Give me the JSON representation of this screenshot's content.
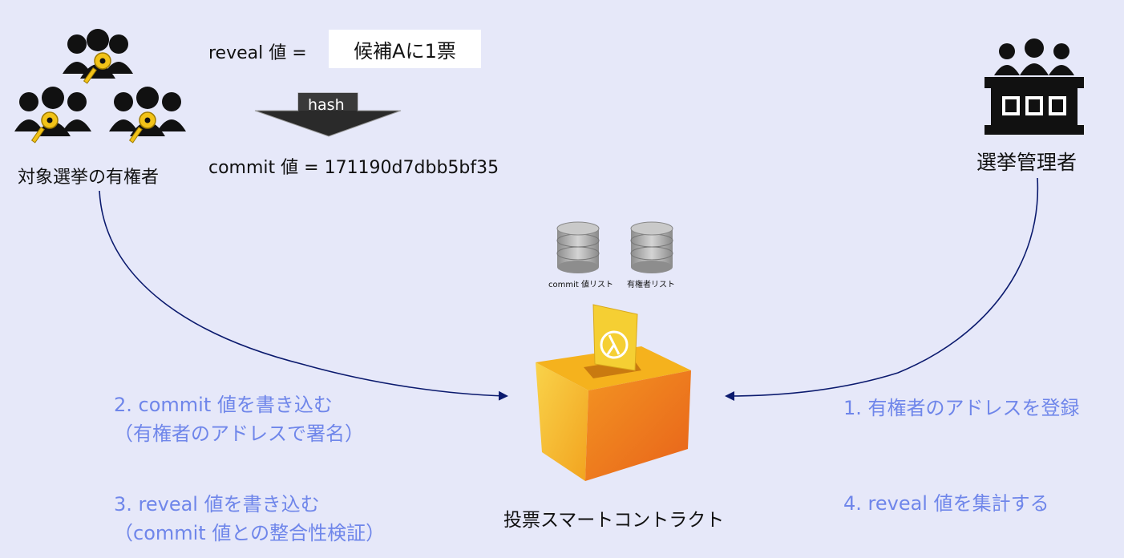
{
  "voters": {
    "label": "対象選挙の有権者"
  },
  "reveal": {
    "prefix": "reveal 値 =",
    "value": "候補Aに1票"
  },
  "hash": {
    "label": "hash"
  },
  "commit": {
    "text": "commit 値 = 171190d7dbb5bf35"
  },
  "admin": {
    "label": "選挙管理者"
  },
  "databases": {
    "commit_list": "commit 値リスト",
    "voter_list": "有権者リスト"
  },
  "contract": {
    "label": "投票スマートコントラクト"
  },
  "steps": {
    "step2_line1": "2. commit 値を書き込む",
    "step2_line2": "（有権者のアドレスで署名）",
    "step3_line1": "3. reveal 値を書き込む",
    "step3_line2": "（commit 値との整合性検証）",
    "step1": "1. 有権者のアドレスを登録",
    "step4": "4. reveal 値を集計する"
  },
  "colors": {
    "background": "#e6e8f9",
    "step_text": "#6f86ea",
    "arrow": "#0b1a6e",
    "box_yellow": "#f7c21a",
    "box_orange": "#f07f1c",
    "key_gold": "#f2c318"
  }
}
